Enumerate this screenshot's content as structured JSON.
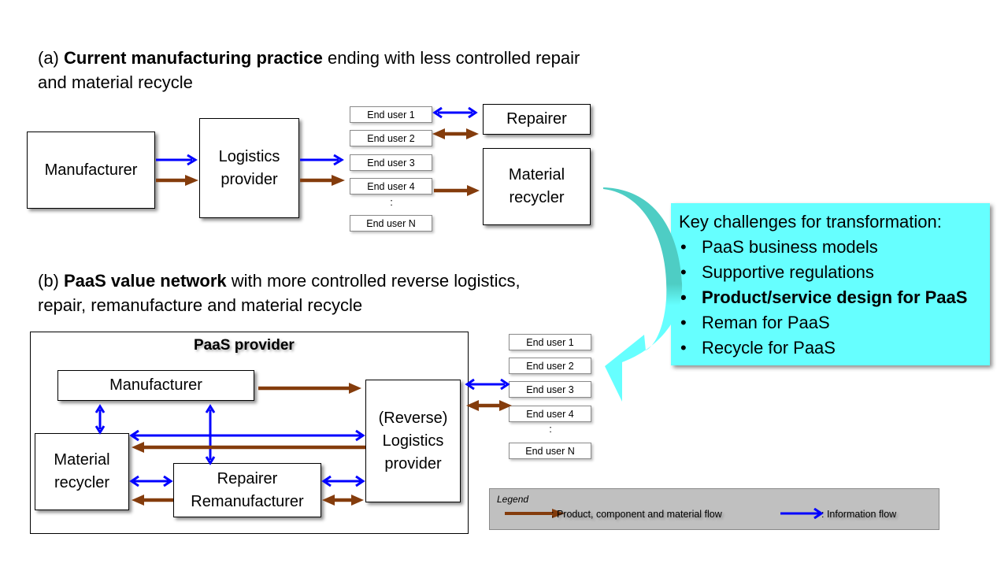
{
  "section_a": {
    "heading_prefix": "(a) ",
    "heading_bold": "Current manufacturing practice",
    "heading_rest_line1": " ending with less controlled repair",
    "heading_line2": "and material recycle",
    "nodes": {
      "manufacturer": "Manufacturer",
      "logistics_line1": "Logistics",
      "logistics_line2": "provider",
      "repairer": "Repairer",
      "recycler_line1": "Material",
      "recycler_line2": "recycler"
    },
    "end_users": [
      "End user 1",
      "End user 2",
      "End user 3",
      "End user 4",
      "End user N"
    ],
    "ellipsis": ":"
  },
  "section_b": {
    "heading_prefix": "(b) ",
    "heading_bold": "PaaS value network",
    "heading_rest_line1": " with more controlled reverse logistics,",
    "heading_line2": "repair, remanufacture and material recycle",
    "frame_title": "PaaS provider",
    "nodes": {
      "manufacturer": "Manufacturer",
      "recycler_line1": "Material",
      "recycler_line2": "recycler",
      "repairer_line1": "Repairer",
      "repairer_line2": "Remanufacturer",
      "logistics_line1": "(Reverse)",
      "logistics_line2": "Logistics",
      "logistics_line3": "provider"
    },
    "end_users": [
      "End user 1",
      "End user 2",
      "End user 3",
      "End user 4",
      "End user N"
    ],
    "ellipsis": ":"
  },
  "challenges": {
    "title": "Key challenges for transformation:",
    "bullet": "•",
    "items": [
      {
        "label": "PaaS business models",
        "bold": false
      },
      {
        "label": "Supportive regulations",
        "bold": false
      },
      {
        "label": "Product/service design for PaaS",
        "bold": true
      },
      {
        "label": "Reman for PaaS",
        "bold": false
      },
      {
        "label": "Recycle for PaaS",
        "bold": false
      }
    ]
  },
  "legend": {
    "title": "Legend",
    "product_flow": ": Product, component and material flow",
    "information_flow": ": Information flow"
  },
  "colors": {
    "information_flow": "#0000ff",
    "product_flow": "#843c0c",
    "challenge_box": "#66ffff",
    "transition_arrow_top": "#4ecdc4",
    "transition_arrow_bottom": "#66ffff",
    "legend_bg": "#c0c0c0"
  }
}
